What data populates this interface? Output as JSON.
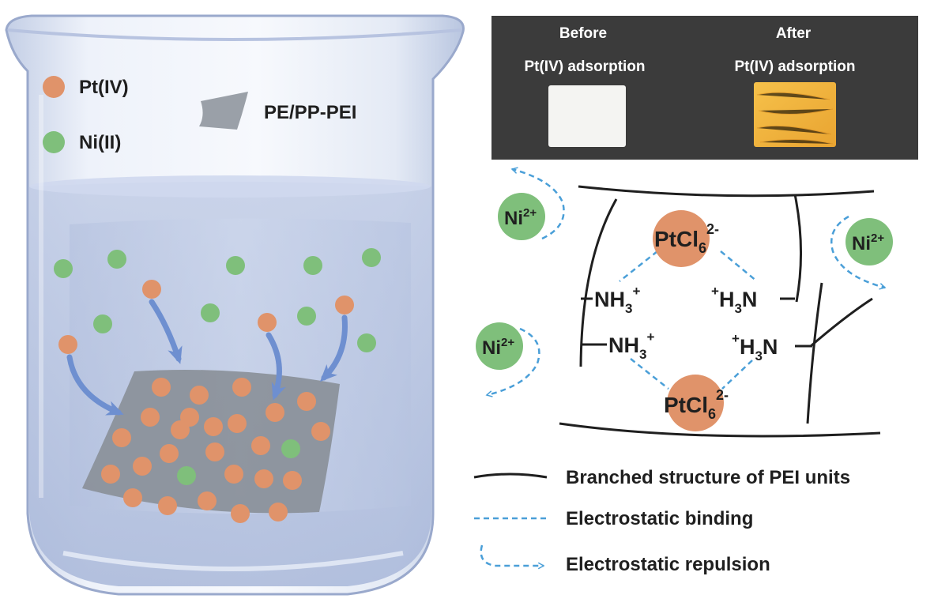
{
  "beaker_legend": {
    "pt_label": "Pt(IV)",
    "ni_label": "Ni(II)",
    "membrane_label": "PE/PP-PEI"
  },
  "photo_panel": {
    "before_line1": "Before",
    "before_line2": "Pt(IV) adsorption",
    "after_line1": "After",
    "after_line2": "Pt(IV) adsorption"
  },
  "mechanism": {
    "ni_symbol": "Ni",
    "ni_charge": "2+",
    "pt_complex_base": "PtCl",
    "pt_complex_sub": "6",
    "pt_complex_charge": "2-",
    "amine_left_base": "NH",
    "amine_left_sub": "3",
    "amine_left_charge": "+",
    "amine_right_charge": "+",
    "amine_right_h": "H",
    "amine_right_sub": "3",
    "amine_right_n": "N"
  },
  "legend": {
    "branched_label": "Branched structure of PEI units",
    "binding_label": "Electrostatic binding",
    "repulsion_label": "Electrostatic repulsion"
  },
  "colors": {
    "pt_ion": "#e0936a",
    "ni_ion": "#7fbf7b",
    "membrane": "#8a9099",
    "dashed_line": "#4a9fd8",
    "photo_bg": "#3b3b3b",
    "pt_loaded_fabric": "#f0b43c"
  }
}
